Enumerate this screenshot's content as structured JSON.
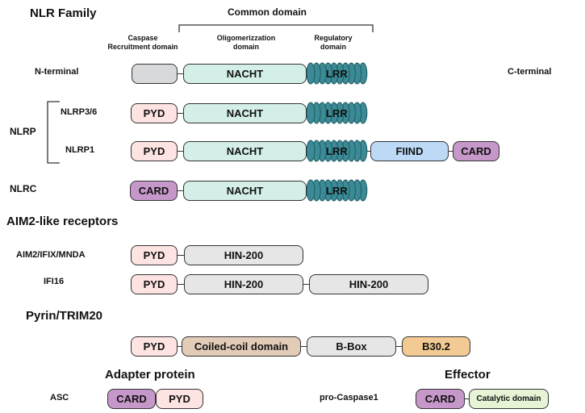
{
  "colors": {
    "pyd": "#fde4e2",
    "nacht": "#d3efe7",
    "lrr": "#3b8a95",
    "fiind": "#bcdaf5",
    "card": "#c698c9",
    "hin": "#e6e6e6",
    "gray": "#d7d9db",
    "coiled": "#e2cbb7",
    "bbox": "#e6e6e6",
    "b302": "#f3ca93",
    "catalytic": "#e6f4d5"
  },
  "headings": {
    "nlr_family": "NLR Family",
    "common_domain": "Common domain",
    "caspase_recruitment": "Caspase\nRecruitment domain",
    "oligomerization": "Oligomerizzation\ndomain",
    "regulatory": "Regulatory\ndomain",
    "aim2_like": "AIM2-like receptors",
    "pyrin": "Pyrin/TRIM20",
    "adapter": "Adapter protein",
    "effector": "Effector"
  },
  "labels": {
    "n_terminal": "N-terminal",
    "c_terminal": "C-terminal",
    "nlrp3_6": "NLRP3/6",
    "nlrp": "NLRP",
    "nlrp1": "NLRP1",
    "nlrc": "NLRC",
    "aim2_ifix_mnda": "AIM2/IFIX/MNDA",
    "ifi16": "IFI16",
    "asc": "ASC",
    "pro_caspase1": "pro-Caspase1"
  },
  "domains": {
    "pyd": "PYD",
    "nacht": "NACHT",
    "lrr": "LRR",
    "fiind": "FIIND",
    "card": "CARD",
    "hin200": "HIN-200",
    "coiled_coil": "Coiled-coil domain",
    "bbox": "B-Box",
    "b302": "B30.2",
    "catalytic": "Catalytic domain"
  }
}
